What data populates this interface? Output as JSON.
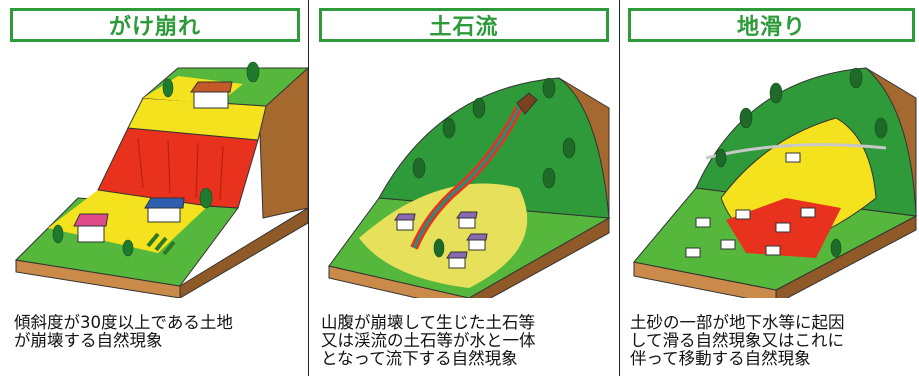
{
  "panels": [
    {
      "title": "がけ崩れ",
      "description": [
        "傾斜度が30度以上である土地",
        "が崩壊する自然現象"
      ]
    },
    {
      "title": "土石流",
      "description": [
        "山腹が崩壊して生じた土石等",
        "又は渓流の土石等が水と一体",
        "となって流下する自然現象"
      ]
    },
    {
      "title": "地滑り",
      "description": [
        "土砂の一部が地下水等に起因",
        "して滑る自然現象又はこれに",
        "伴って移動する自然現象"
      ]
    }
  ],
  "colors": {
    "title_green": "#2e9b3a",
    "hazard_red": "#e8321e",
    "caution_yellow": "#f3e21d",
    "grass_green": "#55b83c",
    "soil_brown": "#b5763a"
  }
}
